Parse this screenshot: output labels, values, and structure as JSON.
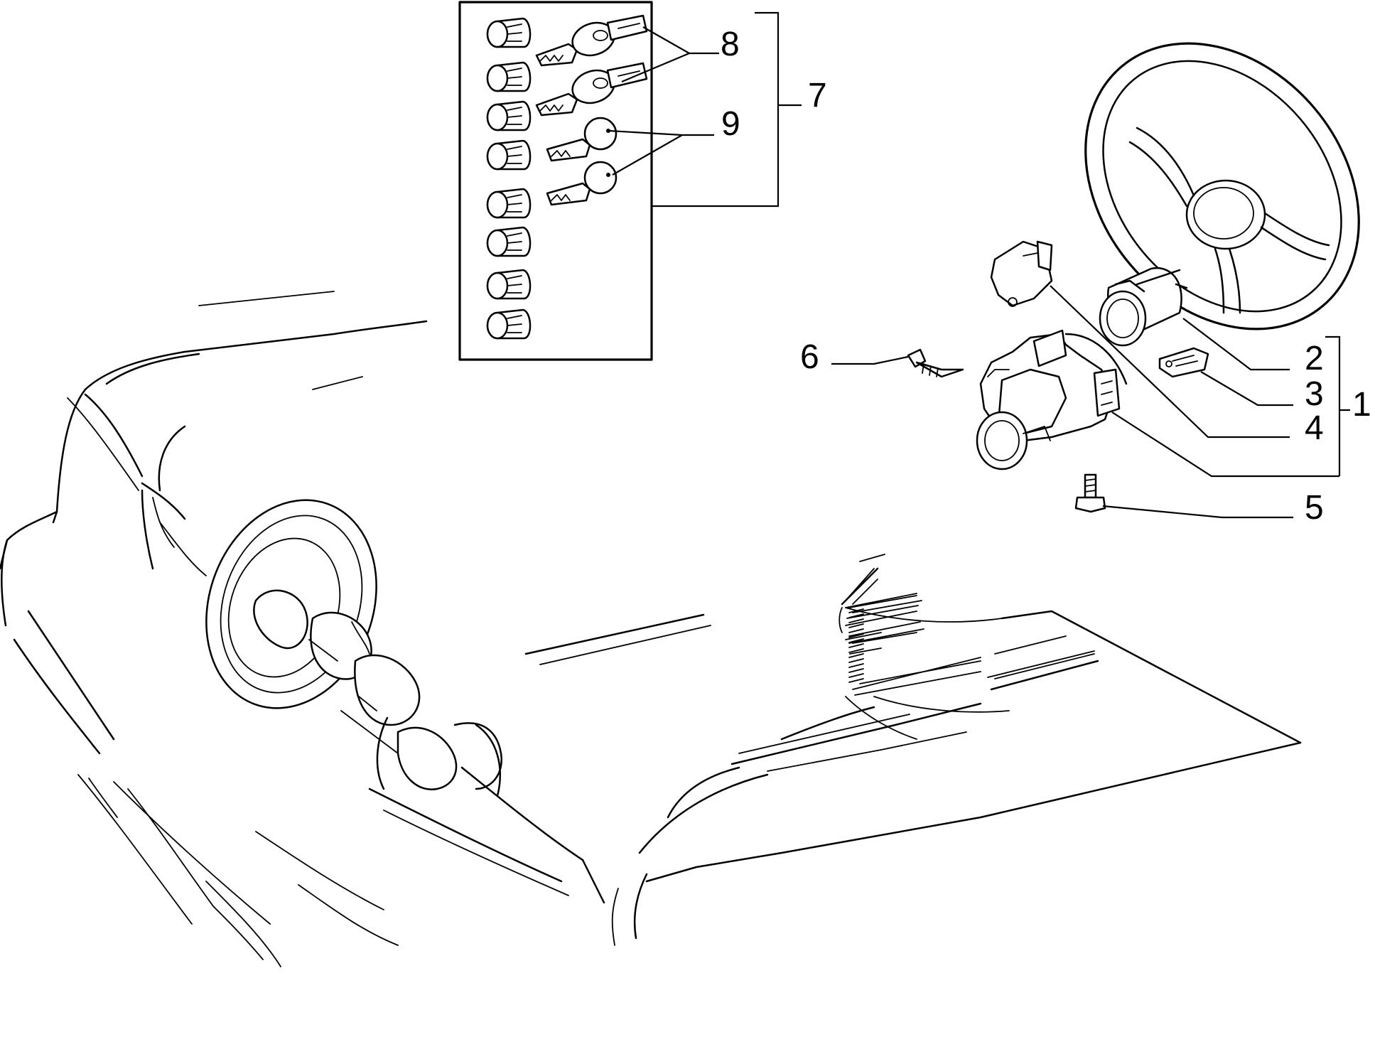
{
  "diagram": {
    "callouts": {
      "c1": "1",
      "c2": "2",
      "c3": "3",
      "c4": "4",
      "c5": "5",
      "c6": "6",
      "c7": "7",
      "c8": "8",
      "c9": "9"
    },
    "colors": {
      "line": "#000000",
      "background": "#ffffff"
    }
  }
}
